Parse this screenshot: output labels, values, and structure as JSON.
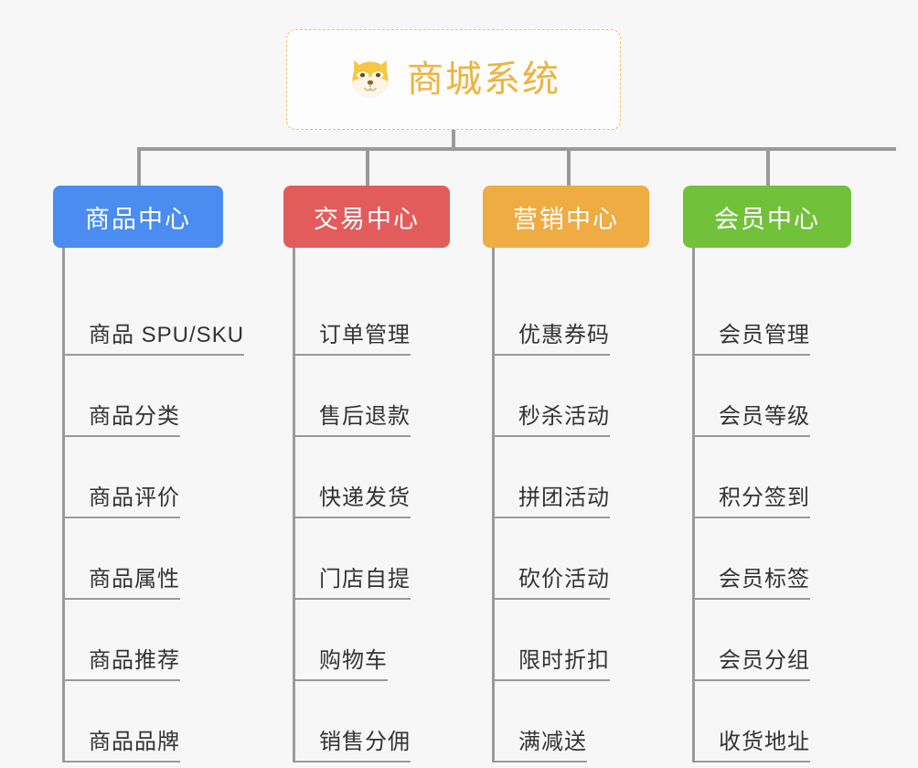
{
  "root": {
    "title": "商城系统",
    "icon": "shiba-dog-face-icon",
    "border_color": "#efc06a",
    "text_color": "#eeb33e"
  },
  "connector_color": "#9a9a9a",
  "background_color": "#f7f7f7",
  "columns": [
    {
      "header": "商品中心",
      "color": "#4a8cf0",
      "items": [
        "商品 SPU/SKU",
        "商品分类",
        "商品评价",
        "商品属性",
        "商品推荐",
        "商品品牌"
      ]
    },
    {
      "header": "交易中心",
      "color": "#e35c5c",
      "items": [
        "订单管理",
        "售后退款",
        "快递发货",
        "门店自提",
        "购物车",
        "销售分佣"
      ]
    },
    {
      "header": "营销中心",
      "color": "#eeac42",
      "items": [
        "优惠券码",
        "秒杀活动",
        "拼团活动",
        "砍价活动",
        "限时折扣",
        "满减送"
      ]
    },
    {
      "header": "会员中心",
      "color": "#72c13b",
      "items": [
        "会员管理",
        "会员等级",
        "积分签到",
        "会员标签",
        "会员分组",
        "收货地址"
      ]
    }
  ]
}
